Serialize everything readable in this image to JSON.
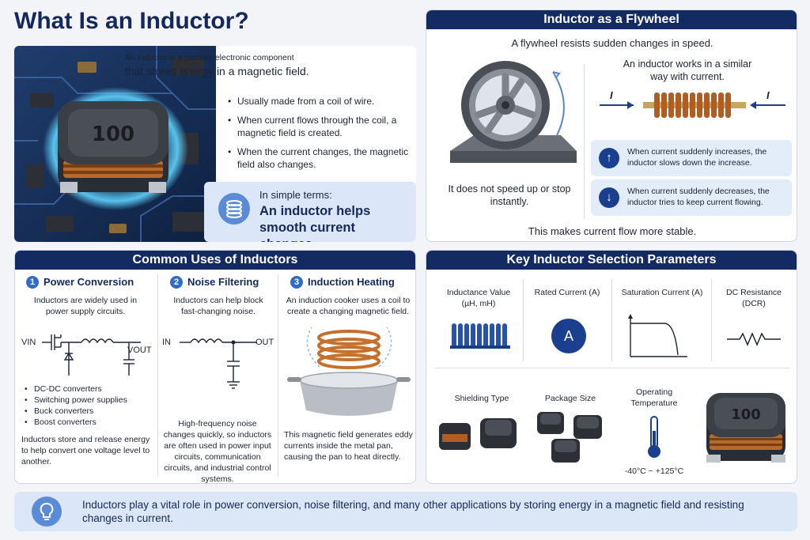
{
  "title": "What Is an Inductor?",
  "intro": {
    "line1": "An inductor is a passive electronic component",
    "line2": "that stores energy in a magnetic field.",
    "chip_label": "100",
    "bullets": [
      "Usually made from a coil of wire.",
      "When current flows through the coil, a magnetic field is created.",
      "When the current changes, the magnetic field also changes."
    ],
    "simple_label": "In simple terms:",
    "simple_text": "An inductor helps smooth current changes."
  },
  "flywheel": {
    "header": "Inductor as a Flywheel",
    "subtitle": "A flywheel resists sudden changes in speed.",
    "left_caption": "It does not speed up or stop instantly.",
    "right_caption": "An inductor works in a similar way with current.",
    "current_symbol": "I",
    "increase_text": "When current suddenly increases, the inductor slows down the increase.",
    "decrease_text": "When current suddenly decreases, the inductor tries to keep current flowing.",
    "footer": "This makes current flow more stable."
  },
  "uses": {
    "header": "Common Uses of Inductors",
    "power": {
      "num": "1",
      "title": "Power Conversion",
      "desc": "Inductors are widely used in power supply circuits.",
      "vin": "VIN",
      "vout": "VOUT",
      "bullets": [
        "DC-DC converters",
        "Switching power supplies",
        "Buck converters",
        "Boost converters"
      ],
      "footer": "Inductors store and release energy to help convert one voltage level to another."
    },
    "noise": {
      "num": "2",
      "title": "Noise Filtering",
      "desc": "Inductors can help block fast-changing noise.",
      "in_label": "IN",
      "out_label": "OUT",
      "footer": "High-frequency noise changes quickly, so inductors are often used in power input circuits, communication circuits, and industrial control systems."
    },
    "heating": {
      "num": "3",
      "title": "Induction Heating",
      "desc": "An induction cooker uses a coil to create a changing magnetic field.",
      "footer": "This magnetic field generates eddy currents inside the metal pan, causing the pan to heat directly."
    }
  },
  "params": {
    "header": "Key Inductor Selection Parameters",
    "inductance": "Inductance Value (µH, mH)",
    "rated_current": "Rated Current (A)",
    "rated_symbol": "A",
    "saturation": "Saturation Current (A)",
    "dcr": "DC Resistance (DCR)",
    "shielding": "Shielding Type",
    "package": "Package Size",
    "operating": "Operating Temperature",
    "temp_range": "-40°C ~ +125°C",
    "chip_label": "100"
  },
  "footer_text": "Inductors play a vital role in power conversion, noise filtering, and many other applications by storing  energy in a magnetic field and resisting changes in current."
}
